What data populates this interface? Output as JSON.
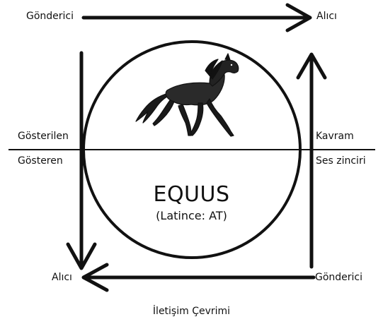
{
  "labels": {
    "top_left": "Gönderici",
    "top_right": "Alıcı",
    "bottom_left": "Alıcı",
    "bottom_right": "Gönderici",
    "left_upper": "Gösterilen",
    "left_lower": "Gösteren",
    "right_upper": "Kavram",
    "right_lower": "Ses zinciri"
  },
  "center": {
    "word": "EQUUS",
    "gloss": "(Latince: AT)"
  },
  "caption": "İletişim Çevrimi",
  "illustration": {
    "icon": "horse-icon"
  },
  "colors": {
    "ink": "#111111",
    "background": "#ffffff"
  }
}
